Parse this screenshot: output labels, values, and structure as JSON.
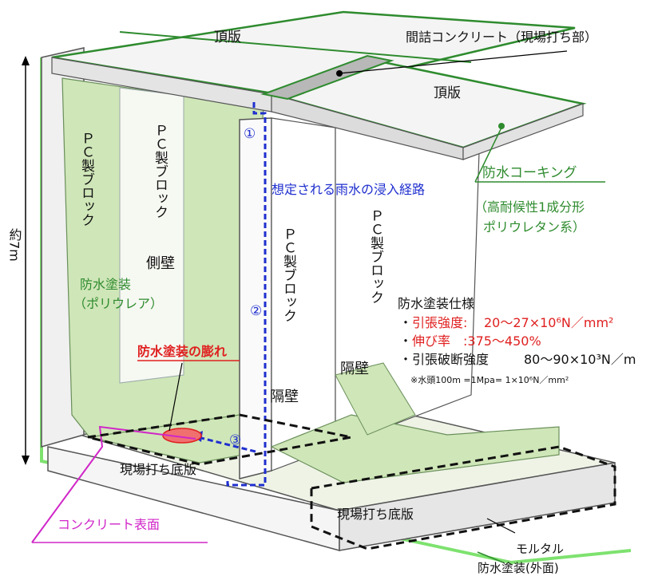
{
  "colors": {
    "green": "#2e8b2e",
    "green_fill": "#cfe6b8",
    "blue": "#1f2fcf",
    "red": "#e02020",
    "magenta": "#d026c8",
    "ground": "#7ee26f",
    "outline": "#555555"
  },
  "labels": {
    "top_slab_left": "頂版",
    "top_slab_right": "頂版",
    "infill_concrete": "間詰コンクリート（現場打ち部）",
    "block_1": "ＰＣ製ブロック",
    "block_2": "ＰＣ製ブロック",
    "block_3": "ＰＣ製ブロック",
    "block_4": "ＰＣ製ブロック",
    "side_wall": "側壁",
    "partition_1": "隔壁",
    "partition_2": "隔壁",
    "height": "約7m",
    "waterproof_coating_line1": "防水塗装",
    "waterproof_coating_line2": "（ポリウレア）",
    "coating_blister": "防水塗装の膨れ",
    "rain_path": "想定される雨水の浸入経路",
    "caulking": "防水コーキング",
    "caulking_sub_line1": "（高耐候性1成分形",
    "caulking_sub_line2": "ポリウレタン系）",
    "cast_floor_left": "現場打ち底版",
    "cast_floor_right": "現場打ち底版",
    "concrete_surface": "コンクリート表面",
    "mortar": "モルタル",
    "external_coating": "防水塗装(外面)"
  },
  "path_markers": [
    "①",
    "②",
    "③"
  ],
  "spec": {
    "title": "防水塗装仕様",
    "items": [
      {
        "bullet": "・",
        "name": "引張強度:",
        "value": "20〜27×10⁶N／mm²",
        "highlight": true
      },
      {
        "bullet": "・",
        "name": "伸び率",
        "value": ":375〜450%",
        "highlight": true
      },
      {
        "bullet": "・",
        "name": "引張破断強度",
        "value": "80〜90×10³N／m",
        "highlight": false
      }
    ],
    "note": "※水頭100m =1Mpa= 1×10⁶N／mm²"
  }
}
